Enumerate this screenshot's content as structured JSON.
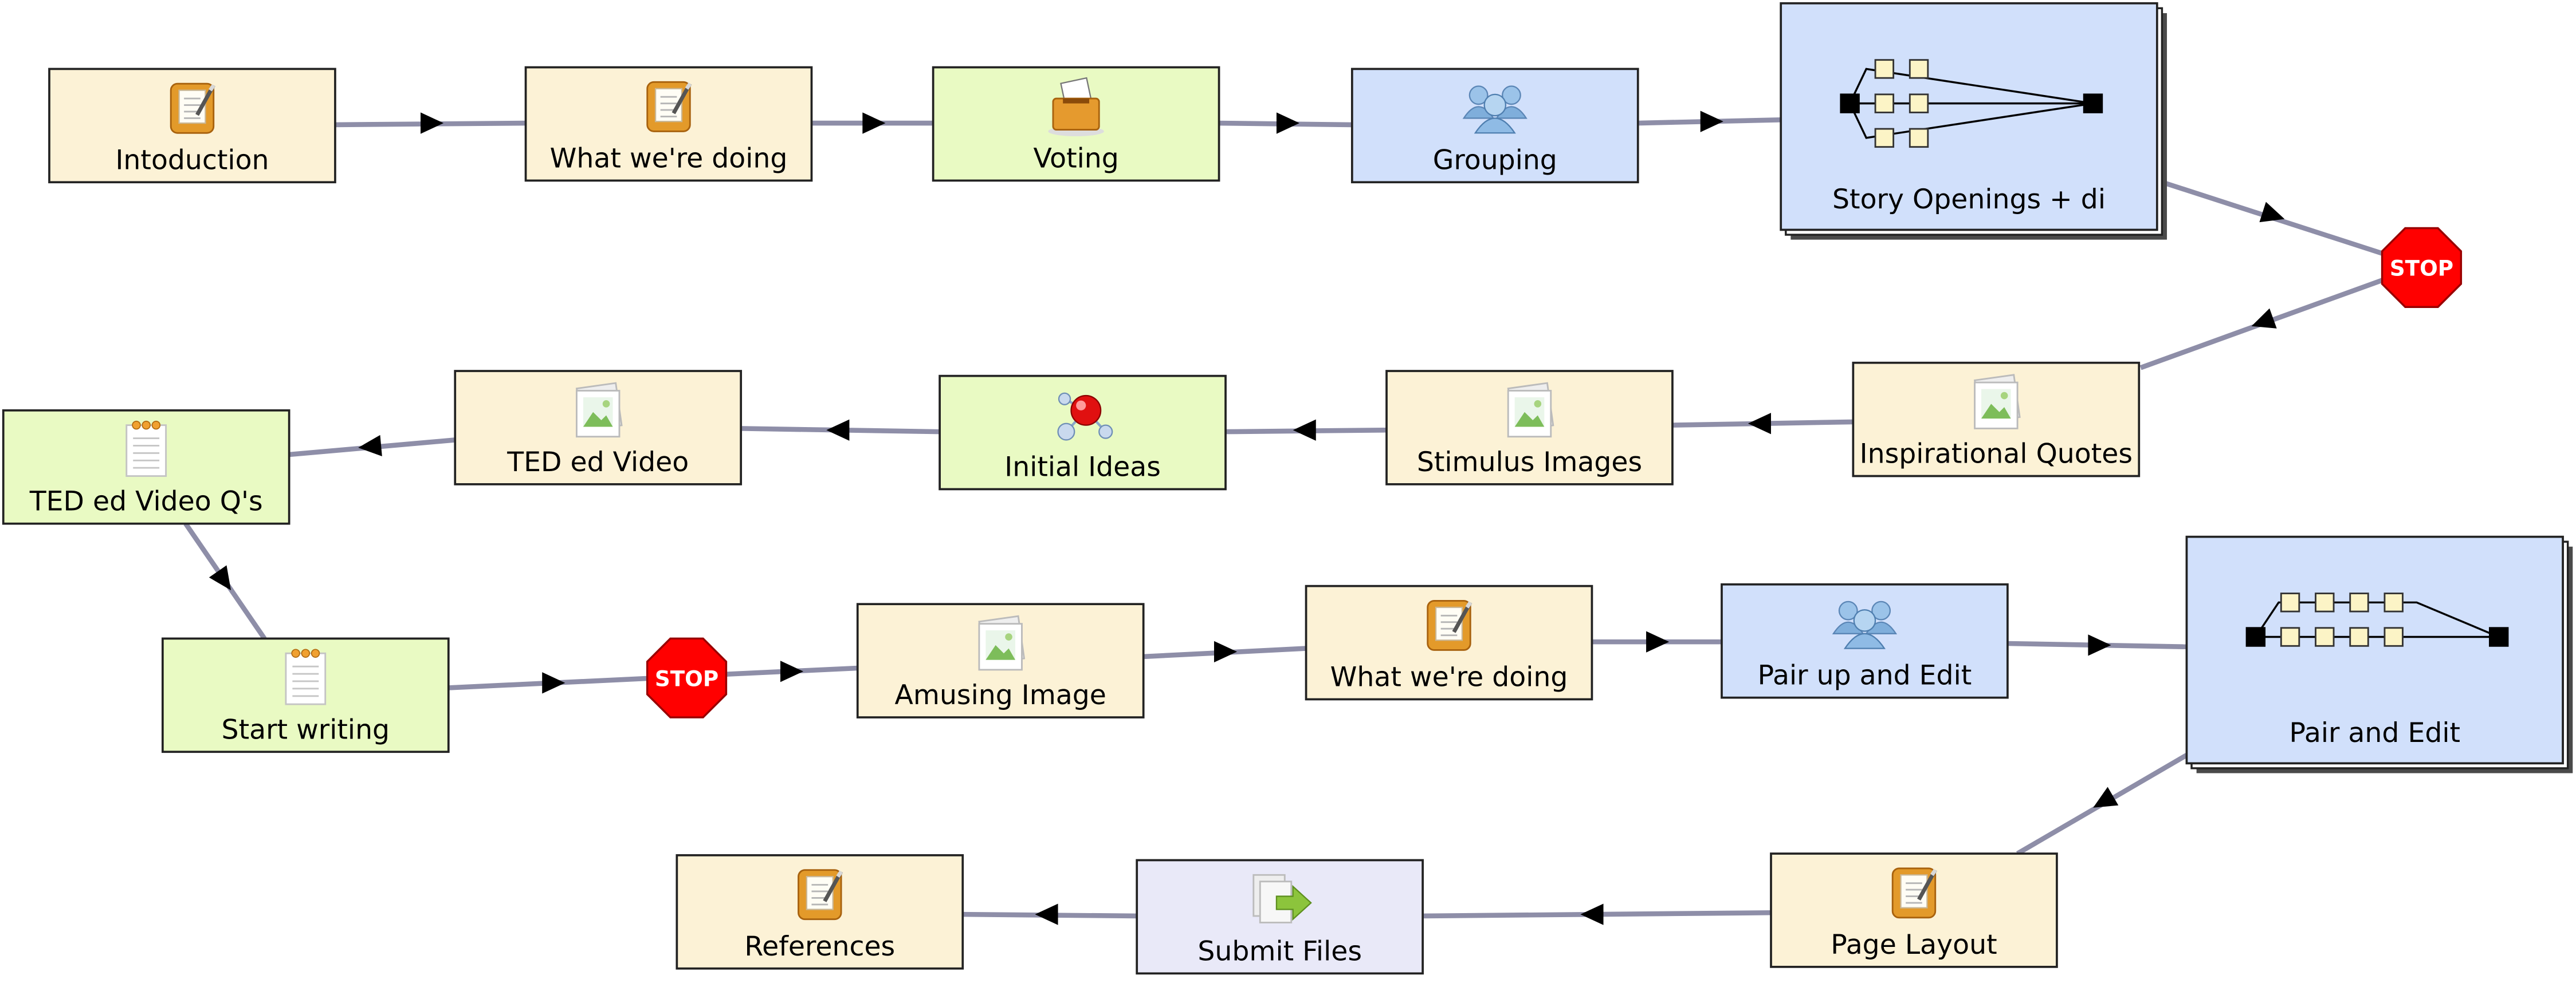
{
  "colors": {
    "tool": "#fcf2d6",
    "grouping": "#d1e0fb",
    "gate": "#e9fac3",
    "submit": "#e9e9f8",
    "connector": "#8e8ea8",
    "arrow": "#000000",
    "stop": "#ff0000",
    "box_border": "#222222",
    "stack_shadow": "#4a4a4a",
    "branch_node": "#fcf4c6"
  },
  "activities": [
    {
      "id": "a1",
      "label": "Intoduction",
      "kind": "tool",
      "icon": "notebook-icon"
    },
    {
      "id": "a2",
      "label": "What we're doing",
      "kind": "tool",
      "icon": "notebook-icon"
    },
    {
      "id": "a3",
      "label": "Voting",
      "kind": "gate",
      "icon": "ballot-box-icon"
    },
    {
      "id": "a4",
      "label": "Grouping",
      "kind": "grouping",
      "icon": "people-group-icon"
    },
    {
      "id": "a5",
      "label": "Story Openings + di",
      "kind": "branching",
      "icon": "branching-icon"
    },
    {
      "id": "a6",
      "label": "Inspirational Quotes",
      "kind": "tool",
      "icon": "image-icon"
    },
    {
      "id": "a7",
      "label": "Stimulus Images",
      "kind": "tool",
      "icon": "image-icon"
    },
    {
      "id": "a8",
      "label": "Initial Ideas",
      "kind": "gate",
      "icon": "molecule-icon"
    },
    {
      "id": "a9",
      "label": "TED ed Video",
      "kind": "tool",
      "icon": "image-icon"
    },
    {
      "id": "a10",
      "label": "TED ed Video Q's",
      "kind": "gate",
      "icon": "notepad-icon"
    },
    {
      "id": "a11",
      "label": "Start writing",
      "kind": "gate",
      "icon": "notepad-icon"
    },
    {
      "id": "a12",
      "label": "Amusing Image",
      "kind": "tool",
      "icon": "image-icon"
    },
    {
      "id": "a13",
      "label": "What we're doing",
      "kind": "tool",
      "icon": "notebook-icon"
    },
    {
      "id": "a14",
      "label": "Pair up and Edit",
      "kind": "grouping",
      "icon": "people-group-icon"
    },
    {
      "id": "a15",
      "label": "Pair and Edit",
      "kind": "branching",
      "icon": "branching-icon"
    },
    {
      "id": "a16",
      "label": "Page Layout",
      "kind": "tool",
      "icon": "notebook-icon"
    },
    {
      "id": "a17",
      "label": "Submit Files",
      "kind": "submit",
      "icon": "submit-files-icon"
    },
    {
      "id": "a18",
      "label": "References",
      "kind": "tool",
      "icon": "notebook-icon"
    }
  ],
  "stops": [
    {
      "id": "s1",
      "label": "STOP"
    },
    {
      "id": "s2",
      "label": "STOP"
    }
  ],
  "flow": [
    "a1",
    "a2",
    "a3",
    "a4",
    "a5",
    "s1",
    "a6",
    "a7",
    "a8",
    "a9",
    "a10",
    "a11",
    "s2",
    "a12",
    "a13",
    "a14",
    "a15",
    "a16",
    "a17",
    "a18"
  ]
}
